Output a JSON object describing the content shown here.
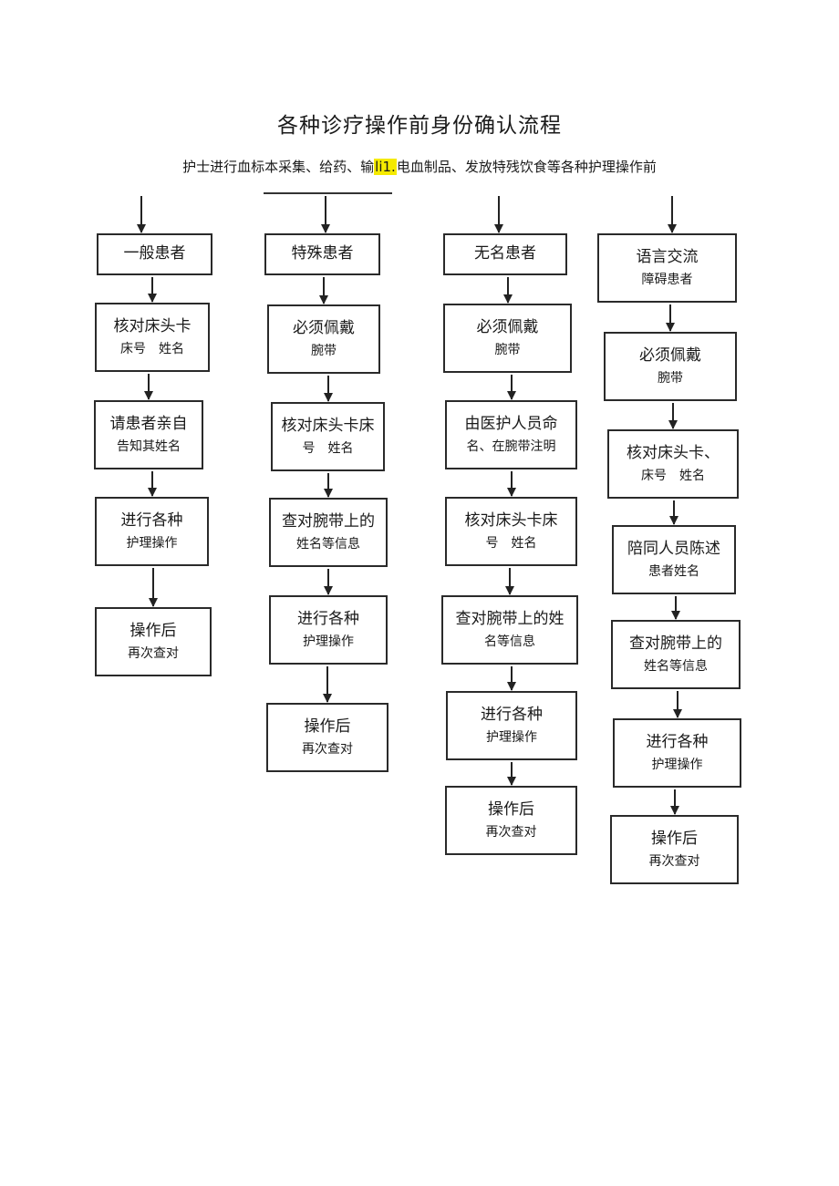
{
  "title": "各种诊疗操作前身份确认流程",
  "subtitle": {
    "before": "护士进行血标本采集、给药、输",
    "highlight": "li1.",
    "after": "电血制品、发放特残饮食等各种护理操作前"
  },
  "columns": [
    {
      "boxes": [
        {
          "l1": "一般患者"
        },
        {
          "l1": "核对床头卡",
          "l2": "床号　姓名"
        },
        {
          "l1": "请患者亲自",
          "l2": "告知其姓名"
        },
        {
          "l1": "进行各种",
          "l2": "护理操作"
        },
        {
          "l1": "操作后",
          "l2": "再次查对"
        }
      ]
    },
    {
      "boxes": [
        {
          "l1": "特殊患者"
        },
        {
          "l1": "必须佩戴",
          "l2": "腕带"
        },
        {
          "l1": "核对床头卡床",
          "l2": "号　姓名"
        },
        {
          "l1": "查对腕带上的",
          "l2": "姓名等信息"
        },
        {
          "l1": "进行各种",
          "l2": "护理操作"
        },
        {
          "l1": "操作后",
          "l2": "再次查对"
        }
      ]
    },
    {
      "boxes": [
        {
          "l1": "无名患者"
        },
        {
          "l1": "必须佩戴",
          "l2": "腕带"
        },
        {
          "l1": "由医护人员命",
          "l2": "名、在腕带注明"
        },
        {
          "l1": "核对床头卡床",
          "l2": "号　姓名"
        },
        {
          "l1": "查对腕带上的姓",
          "l2": "名等信息"
        },
        {
          "l1": "进行各种",
          "l2": "护理操作"
        },
        {
          "l1": "操作后",
          "l2": "再次查对"
        }
      ]
    },
    {
      "boxes": [
        {
          "l1": "语言交流",
          "l2": "障碍患者"
        },
        {
          "l1": "必须佩戴",
          "l2": "腕带"
        },
        {
          "l1": "核对床头卡、",
          "l2": "床号　姓名"
        },
        {
          "l1": "陪同人员陈述",
          "l2": "患者姓名"
        },
        {
          "l1": "查对腕带上的",
          "l2": "姓名等信息"
        },
        {
          "l1": "进行各种",
          "l2": "护理操作"
        },
        {
          "l1": "操作后",
          "l2": "再次查对"
        }
      ]
    }
  ]
}
